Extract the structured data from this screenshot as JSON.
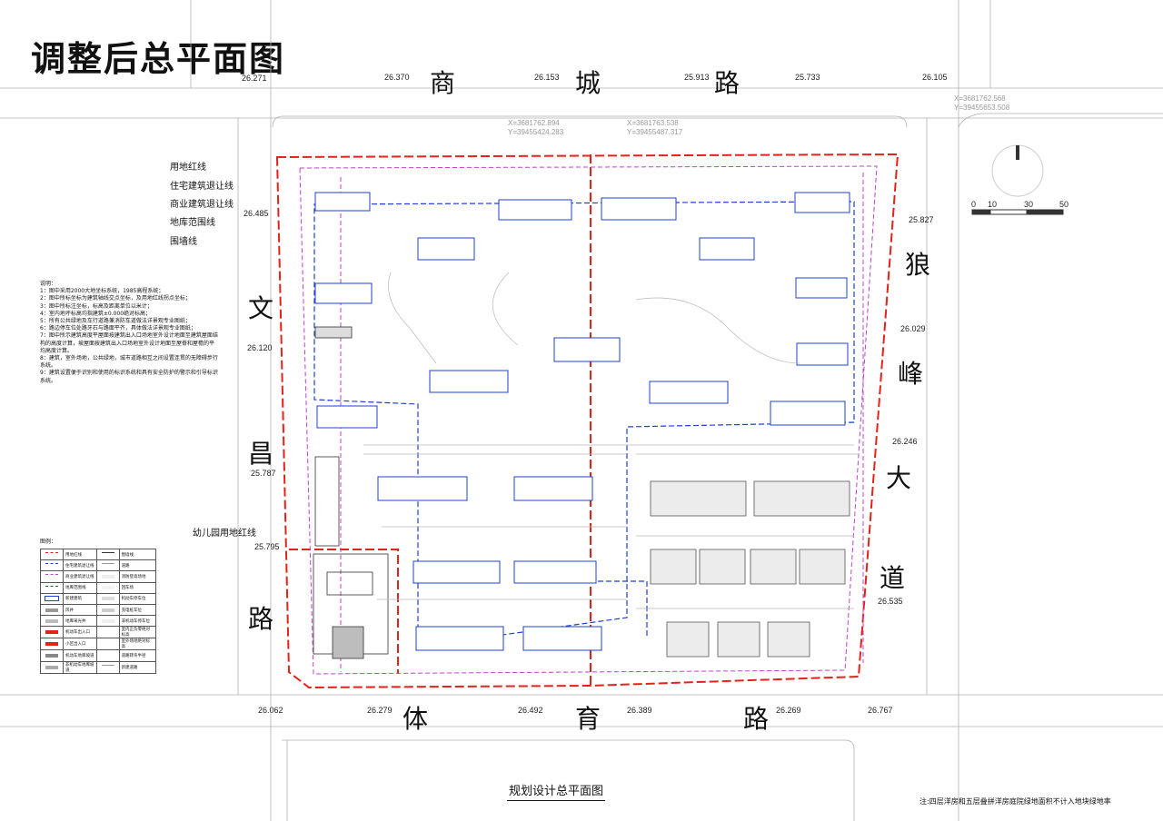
{
  "title": "调整后总平面图",
  "roads": {
    "north": [
      "商",
      "城",
      "路"
    ],
    "south": [
      "体",
      "育",
      "路"
    ],
    "west": [
      "文",
      "昌",
      "路"
    ],
    "east": [
      "狼",
      "峰",
      "大",
      "道"
    ]
  },
  "elevations": {
    "north": [
      "26.271",
      "26.370",
      "26.153",
      "25.913",
      "25.733",
      "26.105"
    ],
    "west": [
      "26.485",
      "26.120",
      "25.787",
      "25.795"
    ],
    "east": [
      "25.827",
      "26.029",
      "26.246",
      "26.535"
    ],
    "south": [
      "26.062",
      "26.279",
      "26.492",
      "26.389",
      "26.269",
      "26.767"
    ]
  },
  "coordinates": {
    "n1": "X=3681762.894\nY=39455424.283",
    "n2": "X=3681763.538\nY=39455487.317",
    "ne": "X=3681762.568\nY=39455653.508"
  },
  "callouts": [
    "用地红线",
    "住宅建筑退让线",
    "商业建筑退让线",
    "地库范围线",
    "围墙线"
  ],
  "kindergarten_label": "幼儿园用地红线",
  "notes": [
    "说明：",
    "1：图中采用2000大地坐标系统，1985高程系统；",
    "2：图中所标坐标为建筑轴线交点坐标，及用地红线拐点坐标；",
    "3：图中所标注坐标，标高及距离单位以米计；",
    "4：室内地坪标高均指建筑±0.000绝对标高；",
    "5：所有公共绿地及车行道路兼消防车道做法详景观专业图纸；",
    "6：路边停车位处路牙石与路面平齐，具体做法详景观专业图纸；",
    "7：图中所示建筑高度平屋面按建筑出入口场地室外设计地面至建筑屋面结构的高度计算，坡屋面按建筑出入口场地室外设计地面至屋脊和屋檐的平均高度计算。",
    "8：建筑，室外场地，公共绿地，城市道路相互之间设置连贯的无障碍步行系统。",
    "9：建筑设置便于识别和使用的标识系统和具有安全防护的警示和引导标识系统。"
  ],
  "legend": {
    "heading": "图例：",
    "rows": [
      [
        "用地红线",
        "围墙线"
      ],
      [
        "住宅建筑退让线",
        "道路"
      ],
      [
        "商业建筑退让线",
        "消防登高场地"
      ],
      [
        "地库范围线",
        "回车场"
      ],
      [
        "新建建筑",
        "机动车停车位"
      ],
      [
        "风井",
        "充电桩车位"
      ],
      [
        "地库采光井",
        "非机动车停车位"
      ],
      [
        "机动车出入口",
        "室内正负零绝对标高"
      ],
      [
        "小区出入口",
        "室外场地绝对标高"
      ],
      [
        "机动车地库坡道",
        "道路转弯半径"
      ],
      [
        "非机动车地库坡道",
        "新建道路"
      ]
    ]
  },
  "scale_bar": [
    "0",
    "10",
    "30",
    "50"
  ],
  "caption": "规划设计总平面图",
  "footnote": "注:四层洋房和五层叠拼洋房庭院绿地面积不计入地块绿地率",
  "colors": {
    "red_line": "#e2231a",
    "blue_line": "#1f3fd6",
    "magenta_line": "#c040d0",
    "grey_line": "#9a9a9a"
  }
}
